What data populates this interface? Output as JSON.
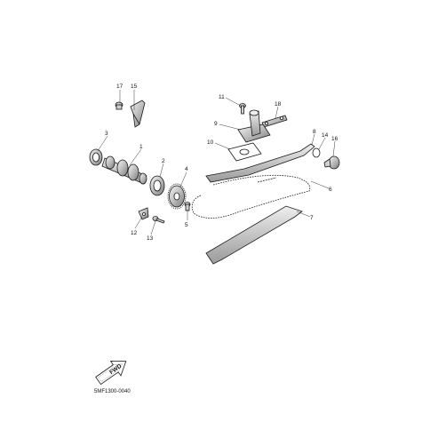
{
  "diagram": {
    "callouts": {
      "c1": "1",
      "c2": "2",
      "c3": "3",
      "c4": "4",
      "c5": "5",
      "c6": "6",
      "c7": "7",
      "c8": "8",
      "c9": "9",
      "c10": "10",
      "c11": "11",
      "c12": "12",
      "c13": "13",
      "c14": "14",
      "c15": "15",
      "c16": "16",
      "c17": "17",
      "c18": "18"
    },
    "fwd_label": "FWD",
    "drawing_code": "5MF1300-0040"
  },
  "colors": {
    "line": "#1a1a1a",
    "fill_light": "#e6e6e6",
    "fill_mid": "#bdbdbd",
    "fill_dark": "#8a8a8a"
  }
}
